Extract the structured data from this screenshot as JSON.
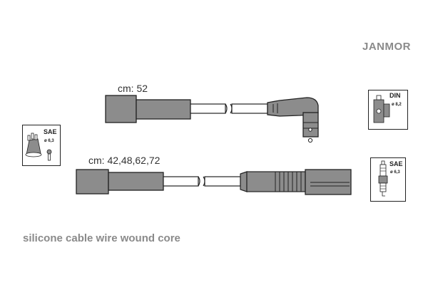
{
  "brand": "JANMOR",
  "cable_top": {
    "label": "cm: 52"
  },
  "cable_bottom": {
    "label": "cm: 42,48,62,72"
  },
  "caption": "silicone cable wire wound core",
  "badges": {
    "left": {
      "standard": "SAE",
      "size": "ø 6,3"
    },
    "right_top": {
      "standard": "DIN",
      "size": "ø 8,2"
    },
    "right_bottom": {
      "standard": "SAE",
      "size": "ø 6,3"
    }
  },
  "colors": {
    "boot_fill": "#8c8c8c",
    "wire_fill": "#ffffff",
    "stroke": "#222222",
    "brand_text": "#8a8a8a"
  }
}
